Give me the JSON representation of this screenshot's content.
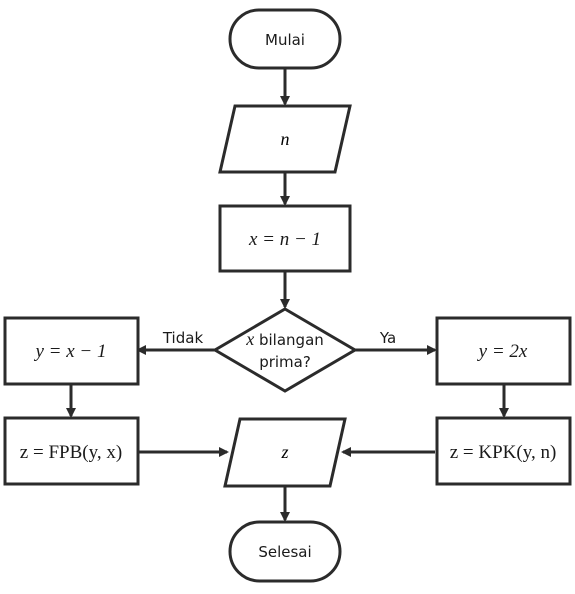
{
  "nodes": {
    "start": {
      "label": "Mulai"
    },
    "input": {
      "label": "n"
    },
    "assign_x": {
      "label": "x = n − 1"
    },
    "decision": {
      "line1_var": "x",
      "line1_rest": " bilangan",
      "line2": "prima?"
    },
    "left_assign": {
      "label": "y = x − 1"
    },
    "right_assign": {
      "label": "y = 2x"
    },
    "left_fpb": {
      "label": "z = FPB(y, x)"
    },
    "right_kpk": {
      "label": "z = KPK(y, n)"
    },
    "output": {
      "label": "z"
    },
    "end": {
      "label": "Selesai"
    }
  },
  "edges": {
    "no_label": "Tidak",
    "yes_label": "Ya"
  }
}
